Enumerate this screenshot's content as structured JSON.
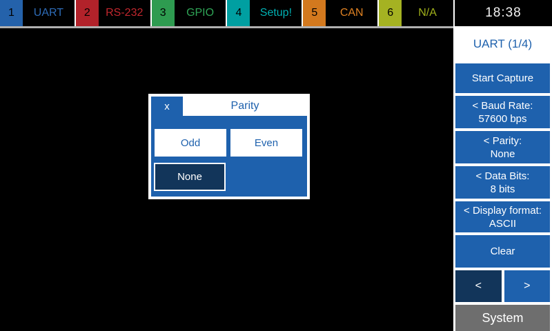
{
  "topbar": {
    "tabs": [
      {
        "number": "1",
        "label": "UART",
        "color": "#2462ab",
        "text_color": "#2e6cb8"
      },
      {
        "number": "2",
        "label": "RS-232",
        "color": "#b2222a",
        "text_color": "#c2272e"
      },
      {
        "number": "3",
        "label": "GPIO",
        "color": "#2e9b50",
        "text_color": "#2fa557"
      },
      {
        "number": "4",
        "label": "Setup!",
        "color": "#009fa1",
        "text_color": "#00b1b3"
      },
      {
        "number": "5",
        "label": "CAN",
        "color": "#d3791e",
        "text_color": "#df8122"
      },
      {
        "number": "6",
        "label": "N/A",
        "color": "#a5b222",
        "text_color": "#a1b11b"
      }
    ],
    "clock": "18:38"
  },
  "sidebar": {
    "title": "UART (1/4)",
    "buttons": [
      {
        "id": "start-capture",
        "lines": [
          "Start Capture"
        ]
      },
      {
        "id": "baud-rate",
        "lines": [
          "< Baud Rate:",
          "57600 bps"
        ]
      },
      {
        "id": "parity",
        "lines": [
          "< Parity:",
          "None"
        ]
      },
      {
        "id": "data-bits",
        "lines": [
          "< Data Bits:",
          "8 bits"
        ]
      },
      {
        "id": "display-format",
        "lines": [
          "< Display format:",
          "ASCII"
        ]
      },
      {
        "id": "clear",
        "lines": [
          "Clear"
        ]
      }
    ],
    "prev_label": "<",
    "next_label": ">",
    "system_label": "System"
  },
  "dialog": {
    "close_label": "x",
    "title": "Parity",
    "options": [
      {
        "label": "Odd",
        "state": ""
      },
      {
        "label": "Even",
        "state": ""
      },
      {
        "label": "None",
        "state": "selected"
      }
    ]
  },
  "colors": {
    "accent_blue": "#1e61ad",
    "selected_navy": "#12355a",
    "system_gray": "#6e6e6e",
    "tabbar_divider": "#b0b0b0",
    "background": "#000000",
    "panel_white": "#ffffff"
  }
}
